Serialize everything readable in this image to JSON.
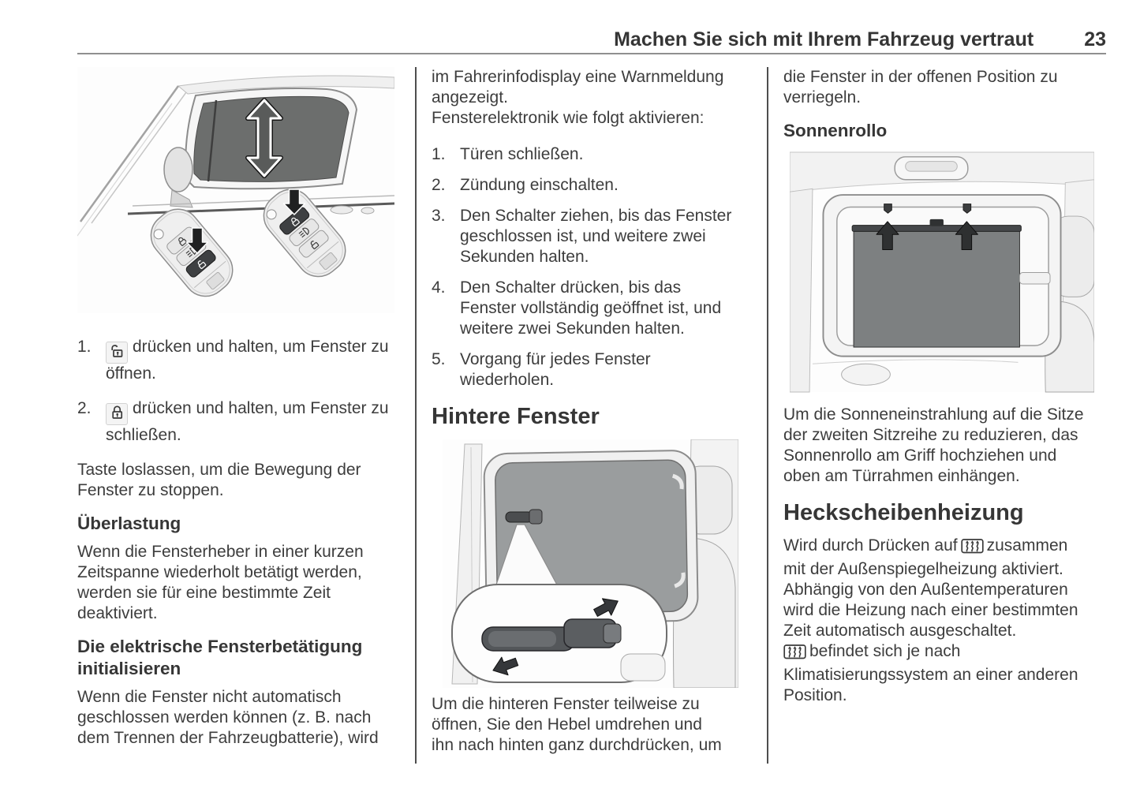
{
  "header": {
    "title": "Machen Sie sich mit Ihrem Fahrzeug vertraut",
    "page_number": "23"
  },
  "col1": {
    "items": [
      {
        "num": "1.",
        "icon": "unlock",
        "text": "drücken und halten, um Fenster zu öffnen."
      },
      {
        "num": "2.",
        "icon": "lock",
        "text": "drücken und halten, um Fenster zu schließen."
      }
    ],
    "para_release": "Taste loslassen, um die Bewegung der Fenster zu stoppen.",
    "heading_overload": "Überlastung",
    "para_overload": "Wenn die Fensterheber in einer kurzen Zeitspanne wiederholt betätigt werden, werden sie für eine bestimmte Zeit deaktiviert.",
    "heading_init": "Die elektrische Fensterbetätigung initialisieren",
    "para_init": "Wenn die Fenster nicht automatisch geschlossen werden können (z. B. nach dem Trennen der Fahrzeugbatterie), wird"
  },
  "col2": {
    "para_warning_line1": "im Fahrerinfodisplay eine Warnmeldung angezeigt.",
    "para_warning_line2": "Fensterelektronik wie folgt aktivieren:",
    "steps": [
      {
        "num": "1.",
        "text": "Türen schließen."
      },
      {
        "num": "2.",
        "text": "Zündung einschalten."
      },
      {
        "num": "3.",
        "text": "Den Schalter ziehen, bis das Fenster geschlossen ist, und weitere zwei Sekunden halten."
      },
      {
        "num": "4.",
        "text": "Den Schalter drücken, bis das Fenster vollständig geöffnet ist, und weitere zwei Sekunden halten."
      },
      {
        "num": "5.",
        "text": "Vorgang für jedes Fenster wiederholen."
      }
    ],
    "heading_rear": "Hintere Fenster",
    "para_rear": "Um die hinteren Fenster teilweise zu öffnen, Sie den Hebel umdrehen und ihn nach hinten ganz durchdrücken, um"
  },
  "col3": {
    "para_lock": "die Fenster in der offenen Position zu verriegeln.",
    "heading_sunblind": "Sonnenrollo",
    "para_sunblind": "Um die Sonneneinstrahlung auf die Sitze der zweiten Sitzreihe zu reduzieren, das Sonnenrollo am Griff hochziehen und oben am Türrahmen einhängen.",
    "heading_heating": "Heckscheibenheizung",
    "para_heating_before_icon": "Wird durch Drücken auf",
    "para_heating_after_icon": "zusammen mit der Außenspiegelheizung aktiviert. Abhängig von den Außentemperaturen wird die Heizung nach einer bestimmten Zeit automatisch ausgeschaltet.",
    "para_heating2_after_icon": "befindet sich je nach Klimatisierungssystem an einer anderen Position."
  },
  "figures": {
    "front_window": "front-door-window-with-power-window-arrow-and-remote-keys",
    "rear_window": "rear-side-window-with-latch-detail",
    "sunblind": "sun-blind-hooked-on-door-frame"
  },
  "colors": {
    "text": "#3d3d3d",
    "glass_dark": "#6c6e6d",
    "glass_mid": "#9a9d9e",
    "blind": "#7d8081",
    "rule": "#8f8f8f",
    "divider": "#4d4d4d"
  }
}
